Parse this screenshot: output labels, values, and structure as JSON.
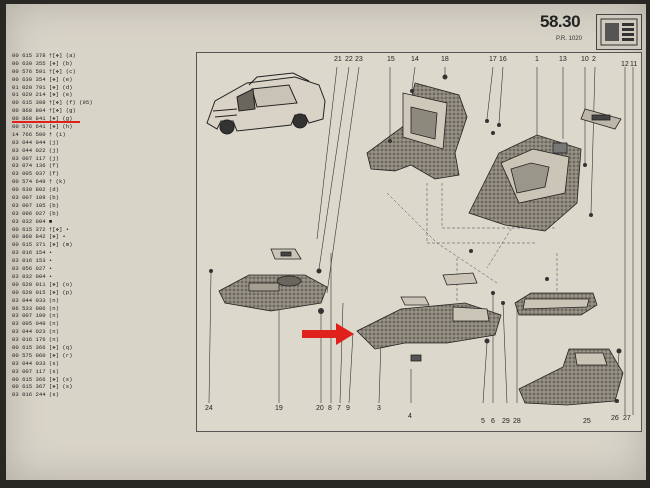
{
  "header": {
    "page_number": "58.30",
    "page_sub": "P.R. 1020"
  },
  "parts_list": [
    "00 615 378 †[❖] (a)",
    "00 630 355 [❖] (b)",
    "00 576 591 †[❖] (c)",
    "00 630 354 [❖] (e)",
    "01 020 791 [❖] (d)",
    "01 020 214 [❖] (e)",
    "00 615 398 †[❖] (f) (95)",
    "00 868 804 †[❖] (g)",
    "00 868 841 [❖] (g)",
    "00 576 641 [❖] (h)",
    "14 766 500 † (i)",
    "03 044 044 (j)",
    "03 044 022 (j)",
    "03 007 117 (j)",
    "03 074 136 (f)",
    "03 005 037 (f)",
    "00 574 649 † (k)",
    "00 630 802 (d)",
    "03 007 109 (b)",
    "03 007 105 (b)",
    "03 096 027 (b)",
    "03 032 004 ■",
    "00 615 372 †[❖] •",
    "00 868 842 [❖] •",
    "00 615 371 [❖] (m)",
    "03 016 154 •",
    "03 016 153 •",
    "03 056 027 •",
    "03 032 004 •",
    "00 620 011 [❖] (o)",
    "00 620 015 [❖] (p)",
    "03 044 033 (n)",
    "06 533 086 (n)",
    "03 007 100 (n)",
    "03 005 049 (n)",
    "03 044 023 (n)",
    "03 016 176 (n)",
    "00 615 366 [❖] (q)",
    "00 575 060 [❖] (r)",
    "03 044 033 (s)",
    "03 007 117 (s)",
    "00 615 366 [❖] (s)",
    "00 615 367 [❖] (s)",
    "03 016 244 (s)"
  ],
  "callouts_top": [
    "21",
    "22",
    "23",
    "15",
    "14",
    "18",
    "17",
    "16",
    "1",
    "13",
    "10",
    "2",
    "12",
    "11"
  ],
  "callouts_bottom": [
    "24",
    "19",
    "20",
    "8",
    "7",
    "9",
    "3",
    "4",
    "5",
    "6",
    "29",
    "28",
    "25",
    "26",
    "27"
  ],
  "colors": {
    "accent_red": "#e0211b",
    "paper": "#d9d4c8"
  }
}
